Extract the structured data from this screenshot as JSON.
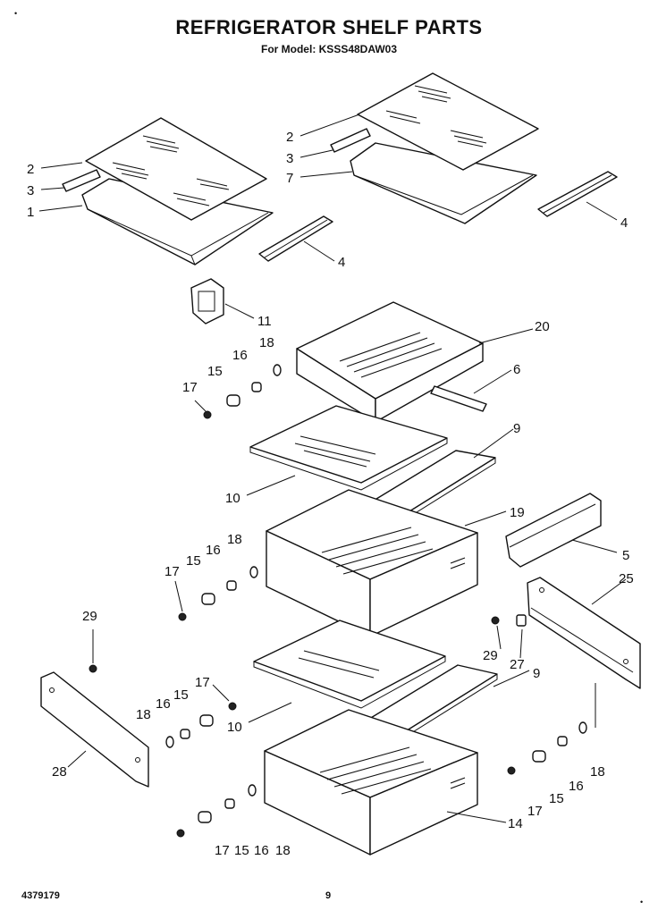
{
  "title": "REFRIGERATOR SHELF PARTS",
  "subtitle": "For Model: KSSS48DAW03",
  "footer": {
    "doc_number": "4379179",
    "page_number": "9"
  },
  "corner_mark": "•",
  "callouts": {
    "c1": "1",
    "c2a": "2",
    "c3a": "3",
    "c4a": "4",
    "c2b": "2",
    "c3b": "3",
    "c7": "7",
    "c4b": "4",
    "c11": "11",
    "c20": "20",
    "c18a": "18",
    "c16a": "16",
    "c15a": "15",
    "c17a": "17",
    "c6": "6",
    "c9a": "9",
    "c10a": "10",
    "c19": "19",
    "c5": "5",
    "c18b": "18",
    "c16b": "16",
    "c15b": "15",
    "c17b": "17",
    "c25": "25",
    "c29a": "29",
    "c29b": "29",
    "c27": "27",
    "c9b": "9",
    "c17c": "17",
    "c16c": "16",
    "c15c": "15",
    "c18c": "18",
    "c28": "28",
    "c10b": "10",
    "c18d": "18",
    "c16d": "16",
    "c15d": "15",
    "c17d": "17",
    "c14": "14",
    "c17e": "17",
    "c15e": "15",
    "c16e": "16",
    "c18e": "18"
  }
}
